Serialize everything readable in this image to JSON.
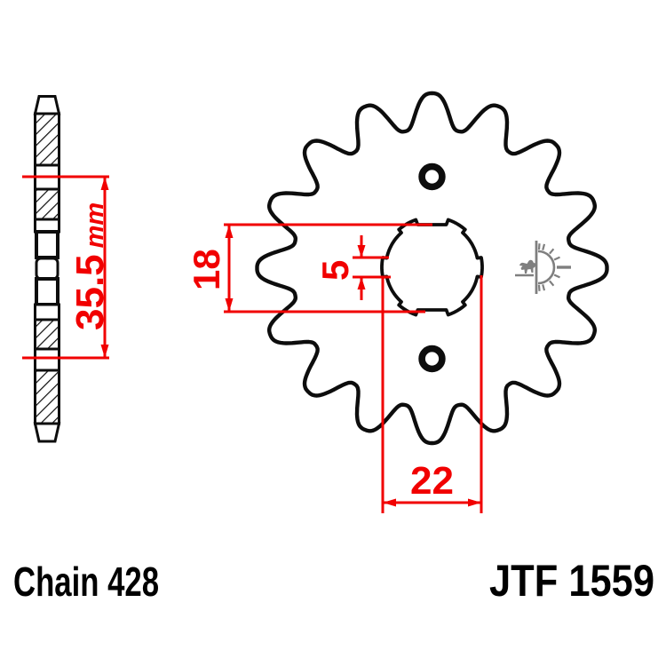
{
  "part_label": {
    "text": "JTF 1559"
  },
  "chain_label": {
    "text": "Chain 428"
  },
  "dimensions": {
    "hub_width": {
      "value": "35.5",
      "unit": "mm"
    },
    "bore_vertical": {
      "value": "18"
    },
    "spline_width": {
      "value": "5"
    },
    "bore_horizontal": {
      "value": "22"
    }
  },
  "sprocket": {
    "teeth_count": 16,
    "spline_notches": 6,
    "bolt_holes": 2
  },
  "logo": {
    "icon": "jt-rising-sun-kangaroo-icon"
  },
  "colors": {
    "dimension_red": "#f10000",
    "outline_black": "#0d0d0d",
    "logo_gray": "#7f7f7f",
    "background": "#ffffff"
  }
}
